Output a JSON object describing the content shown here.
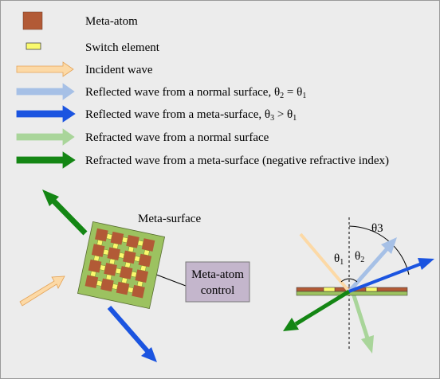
{
  "legend": [
    {
      "key": "meta_atom",
      "label": "Meta-atom",
      "color": "#b25a36"
    },
    {
      "key": "switch",
      "label": "Switch element",
      "color": "#fafa6e"
    },
    {
      "key": "incident",
      "label": "Incident wave",
      "color": "#fbd49c"
    },
    {
      "key": "reflected_normal",
      "label": "Reflected wave from a normal surface, θ",
      "theta_a": "2",
      "mid": " = θ",
      "theta_b": "1",
      "color": "#a6c0e6"
    },
    {
      "key": "reflected_meta",
      "label": "Reflected wave from a meta-surface, θ",
      "theta_a": "3",
      "mid": " > θ",
      "theta_b": "1",
      "color": "#1b54e0"
    },
    {
      "key": "refracted_normal",
      "label": "Refracted wave from a normal surface",
      "color": "#a9d59a"
    },
    {
      "key": "refracted_meta",
      "label": "Refracted wave from a meta-surface (negative refractive index)",
      "color": "#148614"
    }
  ],
  "left_diagram": {
    "surface_label": "Meta-surface",
    "control_line1": "Meta-atom",
    "control_line2": "control",
    "control_box_color": "#c4b6cc",
    "surface_bg_color": "#9cc260"
  },
  "right_diagram": {
    "theta1_label": "θ",
    "theta1_sub": "1",
    "theta2_label": "θ",
    "theta2_sub": "2",
    "theta3_label": "θ3"
  }
}
